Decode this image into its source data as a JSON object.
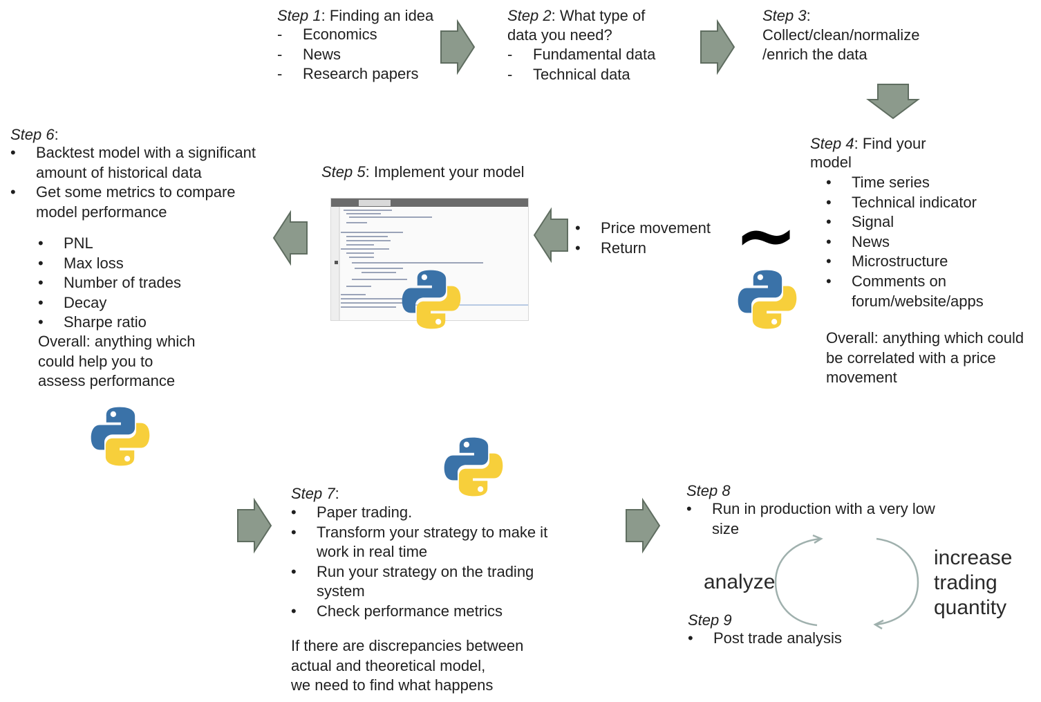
{
  "step1": {
    "label": "Step 1",
    "title": ": Finding an idea",
    "items": [
      "Economics",
      "News",
      "Research papers"
    ]
  },
  "step2": {
    "label": "Step 2",
    "title_line1": ": What type of",
    "title_line2": "data you need?",
    "items": [
      "Fundamental data",
      "Technical data"
    ]
  },
  "step3": {
    "label": "Step 3",
    "colon": ":",
    "line1": "Collect/clean/normalize",
    "line2": "/enrich the data"
  },
  "step4": {
    "label": "Step 4",
    "title_line1": ": Find your",
    "title_line2": "model",
    "items": [
      "Time series",
      "Technical indicator",
      "Signal",
      "News",
      "Microstructure",
      "Comments on",
      "forum/website/apps"
    ],
    "overall": [
      "Overall: anything which could",
      "be correlated with a price",
      "movement"
    ]
  },
  "step5": {
    "label": "Step 5",
    "title": ": Implement your model"
  },
  "targets": [
    "Price movement",
    "Return"
  ],
  "tilde": "~",
  "step6": {
    "label": "Step 6",
    "colon": ":",
    "bullets": [
      "Backtest model with a significant",
      "amount of historical data",
      "Get some metrics to compare",
      "model performance"
    ],
    "metrics": [
      "PNL",
      "Max loss",
      "Number of trades",
      "Decay",
      "Sharpe ratio"
    ],
    "overall": [
      "Overall: anything which",
      "could help you to",
      "assess performance"
    ]
  },
  "step7": {
    "label": "Step 7",
    "colon": ":",
    "items": [
      "Paper trading.",
      "Transform your strategy to make it",
      "work in real time",
      "Run your strategy on the trading",
      "system",
      "Check performance metrics"
    ],
    "note": [
      "If there are discrepancies between",
      "actual and theoretical model,",
      "we need to find what happens"
    ]
  },
  "step8": {
    "label": "Step 8",
    "items": [
      "Run in production with a very low",
      "size"
    ]
  },
  "step9": {
    "label": "Step 9",
    "items": [
      "Post trade analysis"
    ]
  },
  "cycle": {
    "left": "analyze",
    "right": [
      "increase",
      "trading",
      "quantity"
    ]
  },
  "bullet_char": "•",
  "dash_char": "-",
  "colors": {
    "arrow_fill": "#8c9a8c",
    "arrow_stroke": "#5f6d60",
    "python_blue": "#3a72a8",
    "python_yellow": "#f7cf3b",
    "cycle": "#9fb0ad"
  },
  "icons": [
    "python-logo-icon",
    "code-editor-screenshot",
    "right-arrow-icon",
    "left-arrow-icon",
    "down-arrow-icon",
    "cycle-arrows-icon"
  ]
}
